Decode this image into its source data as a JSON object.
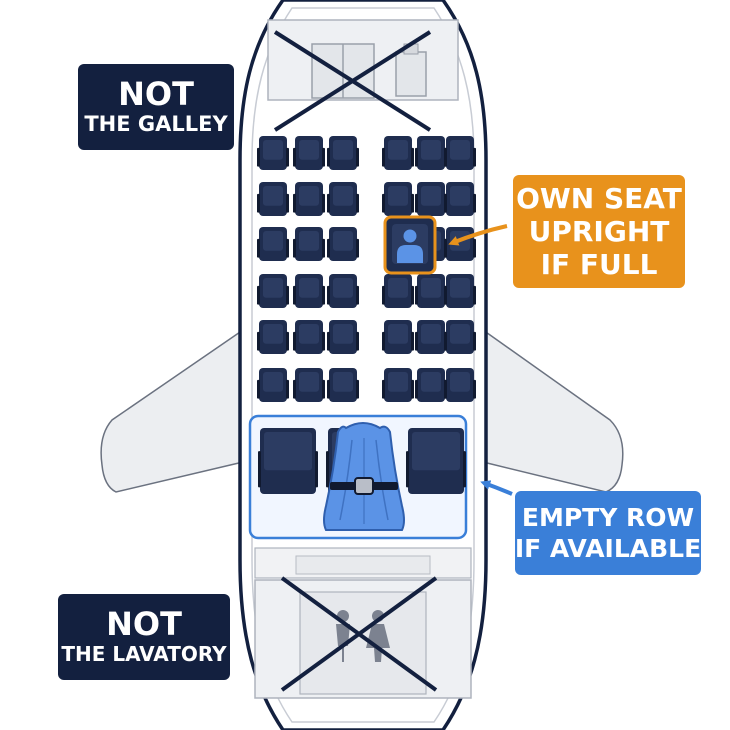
{
  "labels": {
    "galley": {
      "line1": "NOT",
      "line2": "THE GALLEY"
    },
    "lavatory": {
      "line1": "NOT",
      "line2": "THE LAVATORY"
    },
    "own_seat": {
      "line1": "OWN SEAT",
      "line2": "UPRIGHT",
      "line3": "IF FULL"
    },
    "empty_row": {
      "line1": "EMPTY ROW",
      "line2": "IF AVAILABLE"
    }
  },
  "icons": {
    "galley_cross": "x-mark-icon",
    "lavatory_cross": "x-mark-icon",
    "person": "person-icon",
    "restroom": "restroom-icon",
    "blanket": "blanket-icon"
  },
  "colors": {
    "navy": "#13203f",
    "orange": "#e8921c",
    "blue": "#3a7fd8",
    "seat": "#1f2d4f",
    "blanket": "#5b93e6",
    "wing": "#eceef1"
  }
}
